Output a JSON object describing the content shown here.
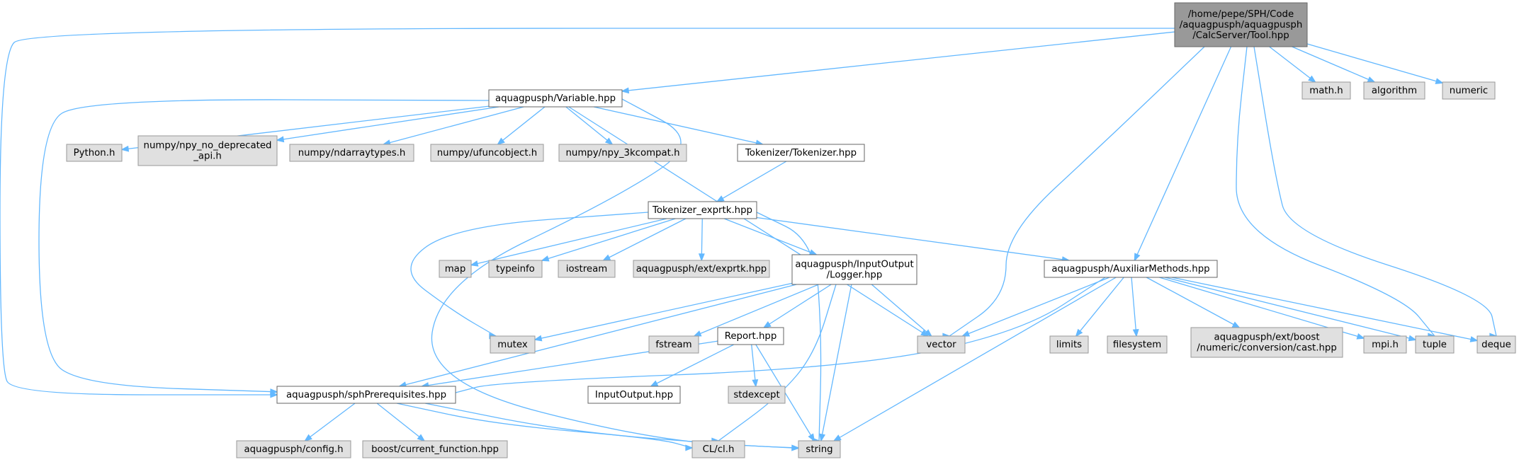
{
  "colors": {
    "root_fill": "#999999",
    "root_stroke": "#666666",
    "documented_fill": "#ffffff",
    "documented_stroke": "#666666",
    "external_fill": "#e0e0e0",
    "external_stroke": "#999999",
    "edge": "#63b8ff"
  },
  "nodes": [
    {
      "id": "tool",
      "kind": "root",
      "lines": [
        "/home/pepe/SPH/Code",
        "/aquagpusph/aquagpusph",
        "/CalcServer/Tool.hpp"
      ]
    },
    {
      "id": "variable",
      "kind": "documented",
      "lines": [
        "aquagpusph/Variable.hpp"
      ]
    },
    {
      "id": "math",
      "kind": "external",
      "lines": [
        "math.h"
      ]
    },
    {
      "id": "algorithm",
      "kind": "external",
      "lines": [
        "algorithm"
      ]
    },
    {
      "id": "numeric",
      "kind": "external",
      "lines": [
        "numeric"
      ]
    },
    {
      "id": "python",
      "kind": "external",
      "lines": [
        "Python.h"
      ]
    },
    {
      "id": "npy_nodep",
      "kind": "external",
      "lines": [
        "numpy/npy_no_deprecated",
        "_api.h"
      ]
    },
    {
      "id": "ndarraytypes",
      "kind": "external",
      "lines": [
        "numpy/ndarraytypes.h"
      ]
    },
    {
      "id": "ufuncobject",
      "kind": "external",
      "lines": [
        "numpy/ufuncobject.h"
      ]
    },
    {
      "id": "npy_3k",
      "kind": "external",
      "lines": [
        "numpy/npy_3kcompat.h"
      ]
    },
    {
      "id": "tokenizer",
      "kind": "documented",
      "lines": [
        "Tokenizer/Tokenizer.hpp"
      ]
    },
    {
      "id": "exprtk_h",
      "kind": "documented",
      "lines": [
        "Tokenizer_exprtk.hpp"
      ]
    },
    {
      "id": "map",
      "kind": "external",
      "lines": [
        "map"
      ]
    },
    {
      "id": "typeinfo",
      "kind": "external",
      "lines": [
        "typeinfo"
      ]
    },
    {
      "id": "iostream",
      "kind": "external",
      "lines": [
        "iostream"
      ]
    },
    {
      "id": "ext_exprtk",
      "kind": "external",
      "lines": [
        "aquagpusph/ext/exprtk.hpp"
      ]
    },
    {
      "id": "logger",
      "kind": "documented",
      "lines": [
        "aquagpusph/InputOutput",
        "/Logger.hpp"
      ]
    },
    {
      "id": "auxiliar",
      "kind": "documented",
      "lines": [
        "aquagpusph/AuxiliarMethods.hpp"
      ]
    },
    {
      "id": "mutex",
      "kind": "external",
      "lines": [
        "mutex"
      ]
    },
    {
      "id": "fstream",
      "kind": "external",
      "lines": [
        "fstream"
      ]
    },
    {
      "id": "report",
      "kind": "documented",
      "lines": [
        "Report.hpp"
      ]
    },
    {
      "id": "vector",
      "kind": "external",
      "lines": [
        "vector"
      ]
    },
    {
      "id": "limits",
      "kind": "external",
      "lines": [
        "limits"
      ]
    },
    {
      "id": "filesystem",
      "kind": "external",
      "lines": [
        "filesystem"
      ]
    },
    {
      "id": "boost_cast",
      "kind": "external",
      "lines": [
        "aquagpusph/ext/boost",
        "/numeric/conversion/cast.hpp"
      ]
    },
    {
      "id": "mpi",
      "kind": "external",
      "lines": [
        "mpi.h"
      ]
    },
    {
      "id": "tuple",
      "kind": "external",
      "lines": [
        "tuple"
      ]
    },
    {
      "id": "deque",
      "kind": "external",
      "lines": [
        "deque"
      ]
    },
    {
      "id": "sphprereq",
      "kind": "documented",
      "lines": [
        "aquagpusph/sphPrerequisites.hpp"
      ]
    },
    {
      "id": "inputoutput",
      "kind": "documented",
      "lines": [
        "InputOutput.hpp"
      ]
    },
    {
      "id": "stdexcept",
      "kind": "external",
      "lines": [
        "stdexcept"
      ]
    },
    {
      "id": "config",
      "kind": "external",
      "lines": [
        "aquagpusph/config.h"
      ]
    },
    {
      "id": "boost_cf",
      "kind": "external",
      "lines": [
        "boost/current_function.hpp"
      ]
    },
    {
      "id": "clcl",
      "kind": "external",
      "lines": [
        "CL/cl.h"
      ]
    },
    {
      "id": "string",
      "kind": "external",
      "lines": [
        "string"
      ]
    }
  ],
  "edges": [
    [
      "tool",
      "variable"
    ],
    [
      "tool",
      "sphprereq"
    ],
    [
      "tool",
      "vector"
    ],
    [
      "tool",
      "math"
    ],
    [
      "tool",
      "algorithm"
    ],
    [
      "tool",
      "numeric"
    ],
    [
      "tool",
      "auxiliar"
    ],
    [
      "tool",
      "tuple"
    ],
    [
      "tool",
      "deque"
    ],
    [
      "variable",
      "python"
    ],
    [
      "variable",
      "npy_nodep"
    ],
    [
      "variable",
      "ndarraytypes"
    ],
    [
      "variable",
      "ufuncobject"
    ],
    [
      "variable",
      "npy_3k"
    ],
    [
      "variable",
      "tokenizer"
    ],
    [
      "variable",
      "sphprereq"
    ],
    [
      "variable",
      "vector"
    ],
    [
      "variable",
      "string"
    ],
    [
      "tokenizer",
      "exprtk_h"
    ],
    [
      "exprtk_h",
      "map"
    ],
    [
      "exprtk_h",
      "typeinfo"
    ],
    [
      "exprtk_h",
      "iostream"
    ],
    [
      "exprtk_h",
      "ext_exprtk"
    ],
    [
      "exprtk_h",
      "logger"
    ],
    [
      "exprtk_h",
      "auxiliar"
    ],
    [
      "exprtk_h",
      "mutex"
    ],
    [
      "exprtk_h",
      "string"
    ],
    [
      "logger",
      "mutex"
    ],
    [
      "logger",
      "fstream"
    ],
    [
      "logger",
      "report"
    ],
    [
      "logger",
      "vector"
    ],
    [
      "logger",
      "sphprereq"
    ],
    [
      "logger",
      "clcl"
    ],
    [
      "logger",
      "string"
    ],
    [
      "auxiliar",
      "vector"
    ],
    [
      "auxiliar",
      "limits"
    ],
    [
      "auxiliar",
      "filesystem"
    ],
    [
      "auxiliar",
      "boost_cast"
    ],
    [
      "auxiliar",
      "mpi"
    ],
    [
      "auxiliar",
      "tuple"
    ],
    [
      "auxiliar",
      "deque"
    ],
    [
      "auxiliar",
      "sphprereq"
    ],
    [
      "auxiliar",
      "string"
    ],
    [
      "report",
      "sphprereq"
    ],
    [
      "report",
      "inputoutput"
    ],
    [
      "report",
      "stdexcept"
    ],
    [
      "report",
      "string"
    ],
    [
      "sphprereq",
      "config"
    ],
    [
      "sphprereq",
      "boost_cf"
    ],
    [
      "sphprereq",
      "clcl"
    ],
    [
      "sphprereq",
      "string"
    ]
  ]
}
